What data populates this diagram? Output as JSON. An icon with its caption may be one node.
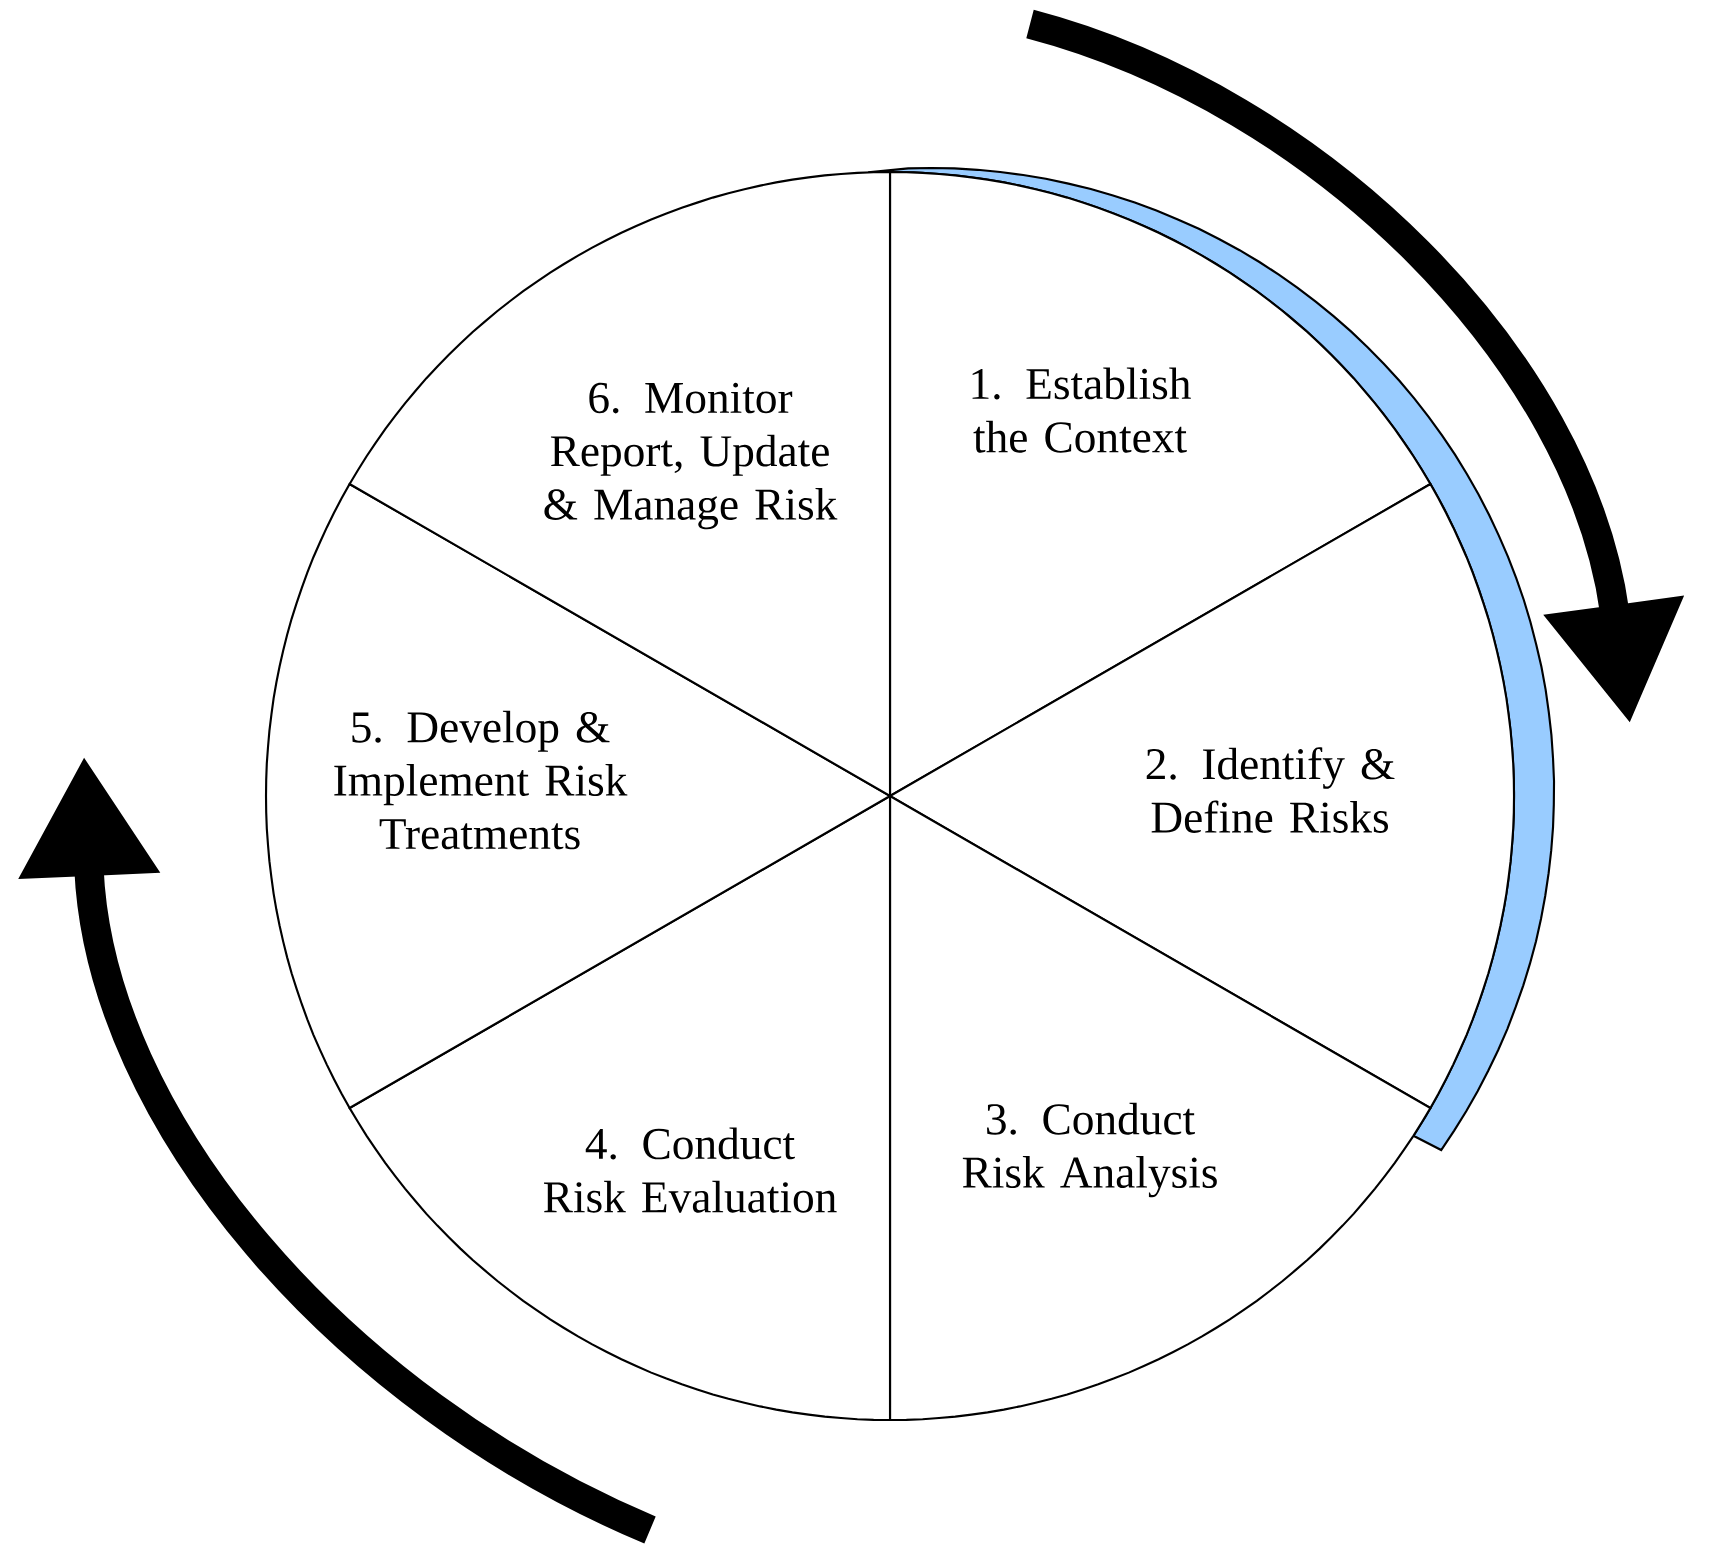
{
  "diagram": {
    "nodes": [
      {
        "text": [
          "1. Establish the Context"
        ]
      },
      {
        "text": [
          "2. Identify & Define Risks"
        ]
      },
      {
        "text": [
          "3. Conduct Risk Analysis"
        ]
      },
      {
        "text": [
          "4. Conduct Risk Evaluation"
        ]
      },
      {
        "text": [
          "5. Develop & Implement Risk Treatments"
        ]
      },
      {
        "text": [
          "6. Monitor Report, Update & Manage Risk"
        ]
      }
    ]
  }
}
